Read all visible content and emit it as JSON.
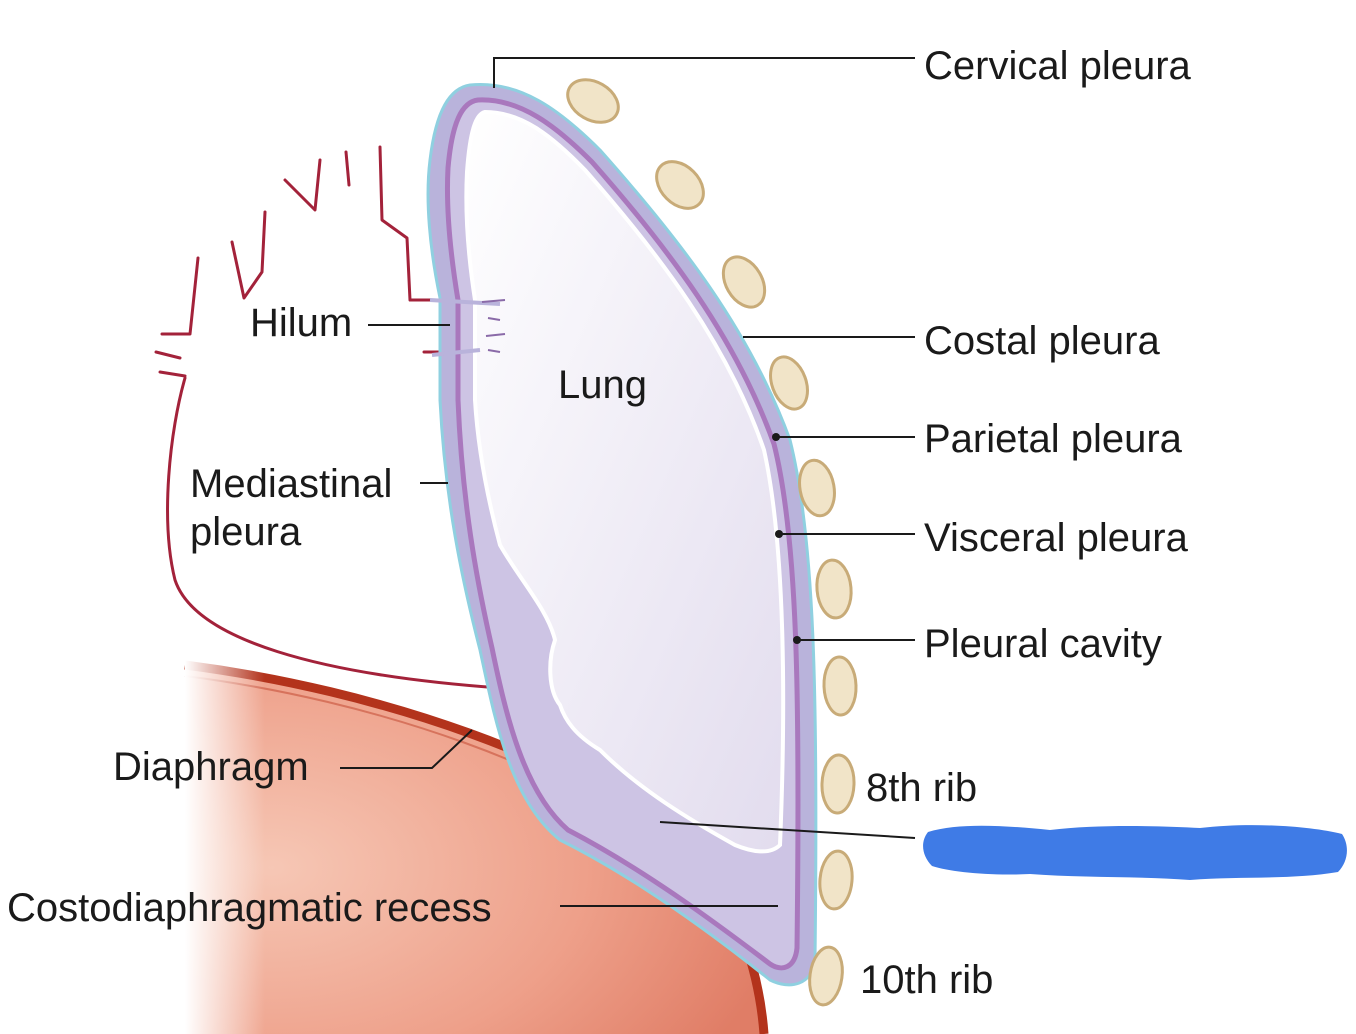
{
  "labels": {
    "cervical_pleura": "Cervical pleura",
    "hilum": "Hilum",
    "lung": "Lung",
    "costal_pleura": "Costal pleura",
    "parietal_pleura": "Parietal pleura",
    "visceral_pleura": "Visceral pleura",
    "pleural_cavity": "Pleural cavity",
    "mediastinal_pleura_line1": "Mediastinal",
    "mediastinal_pleura_line2": "pleura",
    "diaphragm": "Diaphragm",
    "rib_8": "8th rib",
    "costodiaphragmatic_recess": "Costodiaphragmatic recess",
    "rib_10": "10th rib"
  },
  "colors": {
    "pleura_fill": "#b9b3db",
    "parietal_outline": "#8fd0e0",
    "visceral_line": "#a978bd",
    "lung_fill": "#eeeaf5",
    "diaphragm_fill": "#e8907a",
    "diaphragm_edge": "#b3331c",
    "rib_fill": "#f1e4c8",
    "rib_edge": "#c8ab78",
    "vessel_line": "#a3223a",
    "redaction_blue": "#3f7be6"
  }
}
